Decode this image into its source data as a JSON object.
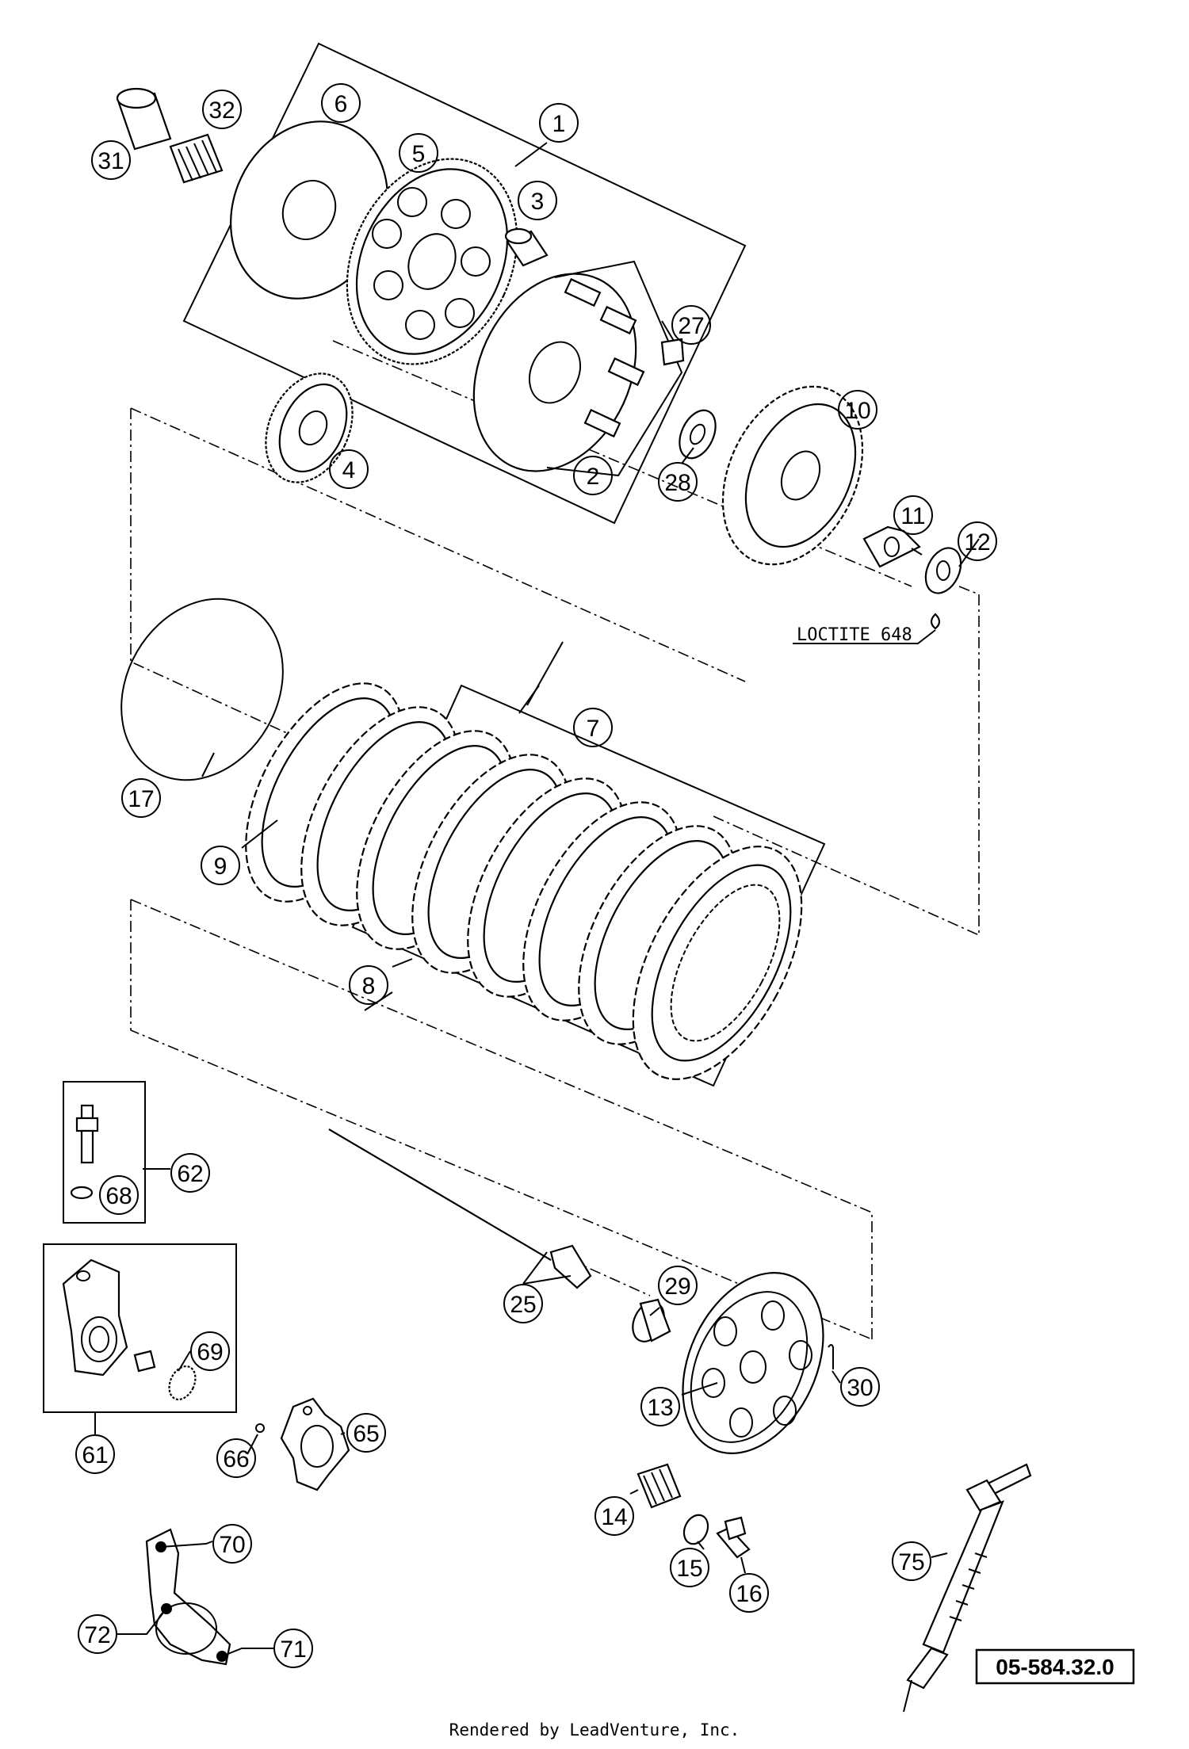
{
  "callouts": [
    {
      "id": "c1",
      "label": "1"
    },
    {
      "id": "c2",
      "label": "2"
    },
    {
      "id": "c3",
      "label": "3"
    },
    {
      "id": "c4",
      "label": "4"
    },
    {
      "id": "c5",
      "label": "5"
    },
    {
      "id": "c6",
      "label": "6"
    },
    {
      "id": "c7",
      "label": "7"
    },
    {
      "id": "c8",
      "label": "8"
    },
    {
      "id": "c9",
      "label": "9"
    },
    {
      "id": "c10",
      "label": "10"
    },
    {
      "id": "c11",
      "label": "11"
    },
    {
      "id": "c12",
      "label": "12"
    },
    {
      "id": "c13",
      "label": "13"
    },
    {
      "id": "c14",
      "label": "14"
    },
    {
      "id": "c15",
      "label": "15"
    },
    {
      "id": "c16",
      "label": "16"
    },
    {
      "id": "c17",
      "label": "17"
    },
    {
      "id": "c25",
      "label": "25"
    },
    {
      "id": "c27",
      "label": "27"
    },
    {
      "id": "c28",
      "label": "28"
    },
    {
      "id": "c29",
      "label": "29"
    },
    {
      "id": "c30",
      "label": "30"
    },
    {
      "id": "c31",
      "label": "31"
    },
    {
      "id": "c32",
      "label": "32"
    },
    {
      "id": "c61",
      "label": "61"
    },
    {
      "id": "c62",
      "label": "62"
    },
    {
      "id": "c65",
      "label": "65"
    },
    {
      "id": "c66",
      "label": "66"
    },
    {
      "id": "c68",
      "label": "68"
    },
    {
      "id": "c69",
      "label": "69"
    },
    {
      "id": "c70",
      "label": "70"
    },
    {
      "id": "c71",
      "label": "71"
    },
    {
      "id": "c72",
      "label": "72"
    },
    {
      "id": "c75",
      "label": "75"
    }
  ],
  "note": "LOCTITE 648",
  "drawing_number": "05-584.32.0",
  "footer": "Rendered by LeadVenture, Inc."
}
